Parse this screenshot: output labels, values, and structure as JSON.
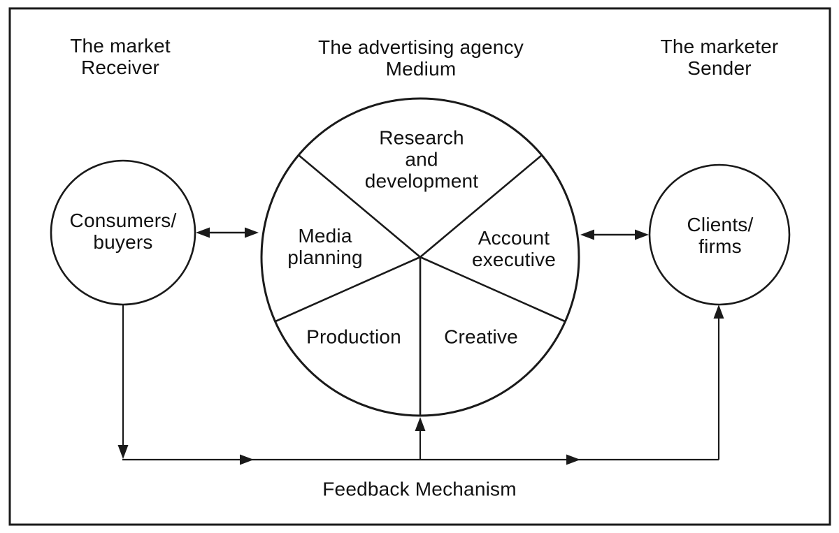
{
  "titles": {
    "market": {
      "lines": [
        "The market",
        "Receiver"
      ]
    },
    "agency": {
      "lines": [
        "The advertising agency",
        "Medium"
      ]
    },
    "marketer": {
      "lines": [
        "The marketer",
        "Sender"
      ]
    }
  },
  "nodes": {
    "consumers": {
      "lines": [
        "Consumers/",
        "buyers"
      ]
    },
    "clients": {
      "lines": [
        "Clients/",
        "firms"
      ]
    }
  },
  "agency_pie": {
    "research": {
      "lines": [
        "Research",
        "and",
        "development"
      ]
    },
    "media": {
      "lines": [
        "Media",
        "planning"
      ]
    },
    "account": {
      "lines": [
        "Account",
        "executive"
      ]
    },
    "production": {
      "label": "Production"
    },
    "creative": {
      "label": "Creative"
    },
    "sector_names": [
      "Research and development",
      "Media planning",
      "Account executive",
      "Production",
      "Creative"
    ]
  },
  "feedback": {
    "label": "Feedback Mechanism"
  },
  "colors": {
    "ink": "#1a1a1a",
    "background": "#ffffff"
  }
}
